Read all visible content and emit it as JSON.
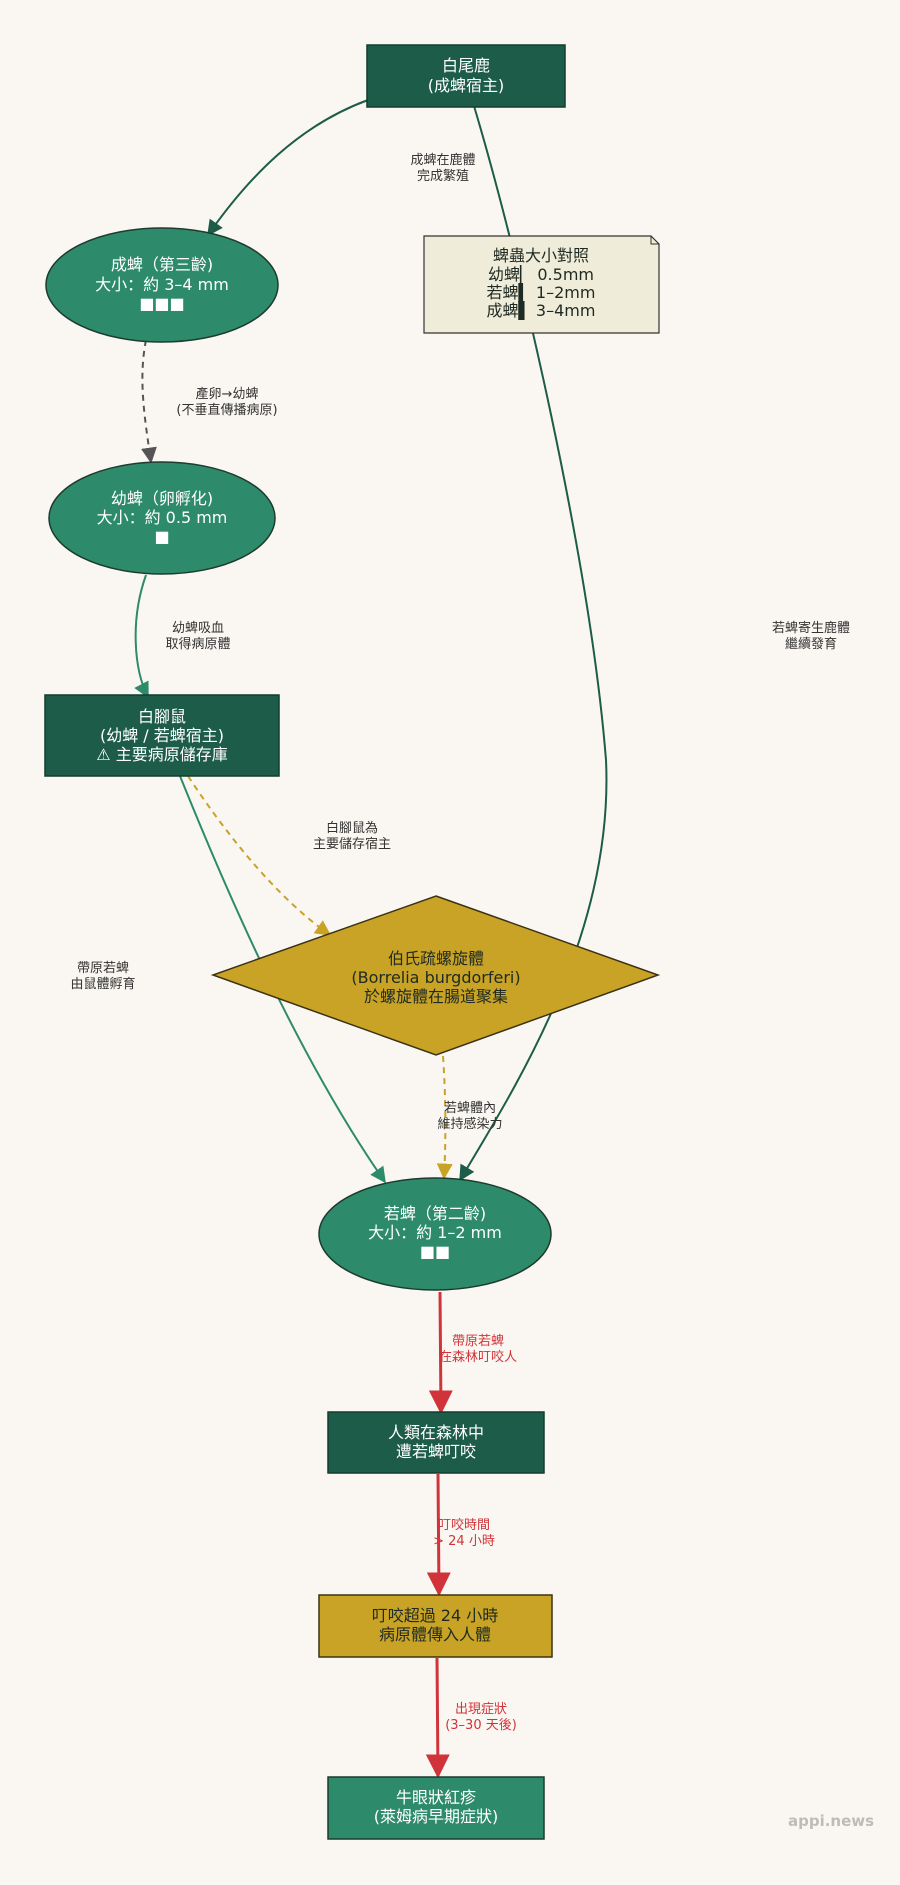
{
  "nodes": {
    "deer": [
      "白尾鹿",
      "(成蜱宿主)"
    ],
    "adult": [
      "成蜱（第三齡)",
      "大小：約 3–4 mm",
      "■■■"
    ],
    "larva": [
      "幼蜱（卵孵化)",
      "大小：約 0.5 mm",
      "■"
    ],
    "mouse": [
      "白腳鼠",
      "(幼蜱 / 若蜱宿主)",
      "⚠ 主要病原儲存庫"
    ],
    "borrelia": [
      "伯氏疏螺旋體",
      "(Borrelia burgdorferi)",
      "於螺旋體在腸道聚集"
    ],
    "nymph": [
      "若蜱（第二齡)",
      "大小：約 1–2 mm",
      "■■"
    ],
    "human": [
      "人類在森林中",
      "遭若蜱叮咬"
    ],
    "bite24": [
      "叮咬超過 24 小時",
      "病原體傳入人體"
    ],
    "rash": [
      "牛眼狀紅疹",
      "(萊姆病早期症狀)"
    ]
  },
  "note": [
    "蜱蟲大小對照",
    "幼蜱▏ 0.5mm",
    "若蜱▍ 1–2mm",
    "成蜱▌ 3–4mm"
  ],
  "edges": {
    "deer_adult": [
      "成蜱在鹿體",
      "完成繁殖"
    ],
    "adult_larva": [
      "產卵→幼蜱",
      "(不垂直傳播病原)"
    ],
    "larva_mouse": [
      "幼蜱吸血",
      "取得病原體"
    ],
    "mouse_borrelia": [
      "白腳鼠為",
      "主要儲存宿主"
    ],
    "mouse_nymph": [
      "帶原若蜱",
      "由鼠體孵育"
    ],
    "borrelia_nymph": [
      "若蜱體內",
      "維持感染力"
    ],
    "deer_nymph": [
      "若蜱寄生鹿體",
      "繼續發育"
    ],
    "nymph_human": [
      "帶原若蜱",
      "在森林叮咬人"
    ],
    "human_bite": [
      "叮咬時間",
      "> 24 小時"
    ],
    "bite_rash": [
      "出現症狀",
      "(3–30 天後)"
    ]
  },
  "watermark": "appi.news",
  "colors": {
    "dark_green": "#1d5c48",
    "green": "#2d8b6b",
    "gold": "#c9a325",
    "red": "#d0343a",
    "note_fill": "#f0ecda",
    "gray": "#555555"
  }
}
